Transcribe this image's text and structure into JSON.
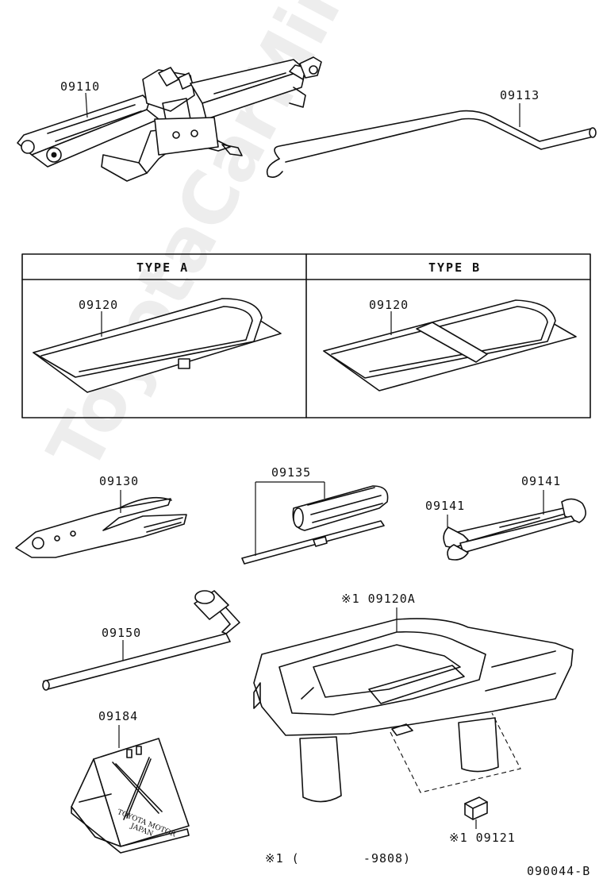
{
  "parts": {
    "p09110": "09110",
    "p09113": "09113",
    "p09120_a": "09120",
    "p09120_b": "09120",
    "p09130": "09130",
    "p09135": "09135",
    "p09141_left": "09141",
    "p09141_right": "09141",
    "p09150": "09150",
    "p09184": "09184",
    "p09120A": "※1 09120A",
    "p09121": "※1 09121"
  },
  "types": {
    "a": "TYPE A",
    "b": "TYPE B"
  },
  "footnote": "※1 (        -9808)",
  "diagram_code": "090044-B",
  "chock_text": {
    "line1": "TOYOTA MOTOR",
    "line2": "JAPAN"
  },
  "watermark": "ToyotaCarMine.ru"
}
